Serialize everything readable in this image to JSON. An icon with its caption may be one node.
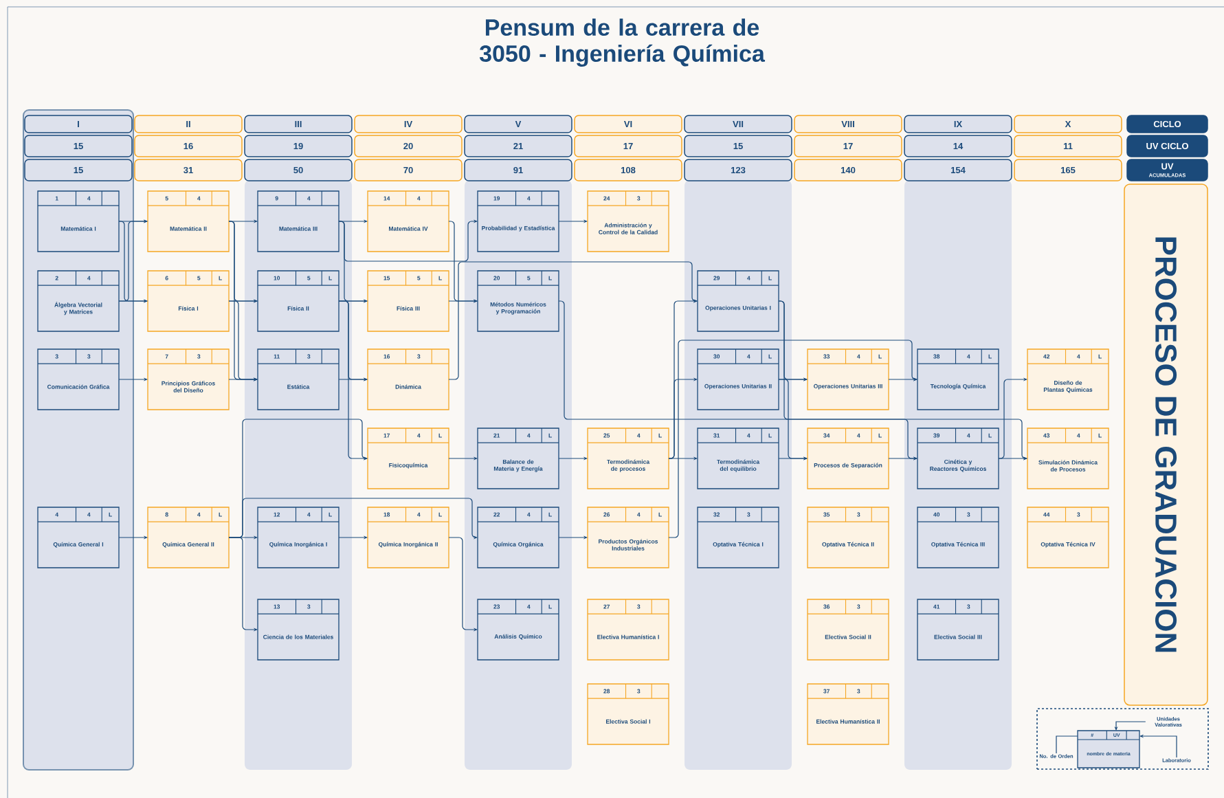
{
  "diagram": {
    "title": "Pensum de la carrera de 3050 - Ingeniería Química",
    "nodes": [
      {
        "text": [
          "I"
        ]
      },
      {
        "text": [
          "II"
        ]
      },
      {
        "text": [
          "III"
        ]
      },
      {
        "text": [
          "IV"
        ]
      },
      {
        "text": [
          "V"
        ]
      },
      {
        "text": [
          "VI"
        ]
      },
      {
        "text": [
          "VII"
        ]
      },
      {
        "text": [
          "VIII"
        ]
      },
      {
        "text": [
          "IX"
        ]
      },
      {
        "text": [
          "X"
        ]
      },
      {
        "text": [
          "CICLO"
        ]
      },
      {
        "text": [
          "15"
        ]
      },
      {
        "text": [
          "16"
        ]
      },
      {
        "text": [
          "19"
        ]
      },
      {
        "text": [
          "20"
        ]
      },
      {
        "text": [
          "21"
        ]
      },
      {
        "text": [
          "17"
        ]
      },
      {
        "text": [
          "15"
        ]
      },
      {
        "text": [
          "17"
        ]
      },
      {
        "text": [
          "14"
        ]
      },
      {
        "text": [
          "11"
        ]
      },
      {
        "text": [
          "UV CICLO"
        ]
      },
      {
        "text": [
          "15"
        ]
      },
      {
        "text": [
          "31"
        ]
      },
      {
        "text": [
          "50"
        ]
      },
      {
        "text": [
          "70"
        ]
      },
      {
        "text": [
          "91"
        ]
      },
      {
        "text": [
          "108"
        ]
      },
      {
        "text": [
          "123"
        ]
      },
      {
        "text": [
          "140"
        ]
      },
      {
        "text": [
          "154"
        ]
      },
      {
        "text": [
          "165"
        ]
      },
      {
        "text": [
          "UV",
          "ACUMULADAS"
        ]
      },
      {
        "text": [
          "PROCESO DE GRADUACION"
        ]
      },
      {
        "text": [
          "1",
          "4",
          "Matemática I"
        ]
      },
      {
        "text": [
          "2",
          "4",
          "Álgebra Vectorial y Matrices"
        ]
      },
      {
        "text": [
          "3",
          "3",
          "Comunicación Gráfica"
        ]
      },
      {
        "text": [
          "4",
          "4",
          "L",
          "Química General I"
        ]
      },
      {
        "text": [
          "5",
          "4",
          "Matemática II"
        ]
      },
      {
        "text": [
          "6",
          "5",
          "L",
          "Física I"
        ]
      },
      {
        "text": [
          "7",
          "3",
          "Principios Gráficos del Diseño"
        ]
      },
      {
        "text": [
          "8",
          "4",
          "L",
          "Química General II"
        ]
      },
      {
        "text": [
          "9",
          "4",
          "Matemática III"
        ]
      },
      {
        "text": [
          "10",
          "5",
          "L",
          "Física II"
        ]
      },
      {
        "text": [
          "11",
          "3",
          "Estática"
        ]
      },
      {
        "text": [
          "12",
          "4",
          "L",
          "Química Inorgánica I"
        ]
      },
      {
        "text": [
          "13",
          "3",
          "Ciencia de los Materiales"
        ]
      },
      {
        "text": [
          "14",
          "4",
          "Matemática IV"
        ]
      },
      {
        "text": [
          "15",
          "5",
          "L",
          "Física III"
        ]
      },
      {
        "text": [
          "16",
          "3",
          "Dinámica"
        ]
      },
      {
        "text": [
          "17",
          "4",
          "L",
          "Fisicoquímica"
        ]
      },
      {
        "text": [
          "18",
          "4",
          "L",
          "Química Inorgánica II"
        ]
      },
      {
        "text": [
          "19",
          "4",
          "Probabilidad y Estadística"
        ]
      },
      {
        "text": [
          "20",
          "5",
          "L",
          "Métodos Numéricos y Programación"
        ]
      },
      {
        "text": [
          "21",
          "4",
          "L",
          "Balance de Materia y Energía"
        ]
      },
      {
        "text": [
          "22",
          "4",
          "L",
          "Química Orgánica"
        ]
      },
      {
        "text": [
          "23",
          "4",
          "L",
          "Análisis Químico"
        ]
      },
      {
        "text": [
          "24",
          "3",
          "Administración y Control de la Calidad"
        ]
      },
      {
        "text": [
          "25",
          "4",
          "L",
          "Termodinámica de procesos"
        ]
      },
      {
        "text": [
          "26",
          "4",
          "L",
          "Productos Orgánicos Industriales"
        ]
      },
      {
        "text": [
          "27",
          "3",
          "Electiva Humanística I"
        ]
      },
      {
        "text": [
          "28",
          "3",
          "Electiva Social I"
        ]
      },
      {
        "text": [
          "29",
          "4",
          "L",
          "Operaciones Unitarias I"
        ]
      },
      {
        "text": [
          "30",
          "4",
          "L",
          "Operaciones Unitarias II"
        ]
      },
      {
        "text": [
          "31",
          "4",
          "L",
          "Termodinámica del equilibrio"
        ]
      },
      {
        "text": [
          "32",
          "3",
          "Optativa Técnica I"
        ]
      },
      {
        "text": [
          "33",
          "4",
          "L",
          "Operaciones Unitarias III"
        ]
      },
      {
        "text": [
          "34",
          "4",
          "L",
          "Procesos de Separación"
        ]
      },
      {
        "text": [
          "35",
          "3",
          "Optativa Técnica II"
        ]
      },
      {
        "text": [
          "36",
          "3",
          "Electiva Social II"
        ]
      },
      {
        "text": [
          "37",
          "3",
          "Electiva Humanística II"
        ]
      },
      {
        "text": [
          "38",
          "4",
          "L",
          "Tecnología Química"
        ]
      },
      {
        "text": [
          "39",
          "4",
          "L",
          "Cinética y Reactores Químicos"
        ]
      },
      {
        "text": [
          "40",
          "3",
          "Optativa Técnica III"
        ]
      },
      {
        "text": [
          "41",
          "3",
          "Electiva Social III"
        ]
      },
      {
        "text": [
          "42",
          "4",
          "L",
          "Diseño de Plantas Químicas"
        ]
      },
      {
        "text": [
          "43",
          "4",
          "L",
          "Simulación Dinámica de Procesos"
        ]
      },
      {
        "text": [
          "44",
          "3",
          "Optativa Técnica IV"
        ]
      },
      {
        "text": [],
        "shape": "box"
      },
      {
        "text": [
          "Unidades Valorativas"
        ],
        "in": 78
      },
      {
        "text": [
          "#",
          "UV",
          "nombre de materia"
        ],
        "in": 78
      },
      {
        "text": [
          "No. de Orden"
        ],
        "in": 78
      },
      {
        "text": [
          "Laboratorio"
        ],
        "in": 78
      }
    ],
    "edges": [
      {
        "from": 34,
        "to": 38,
        "arrow": "to"
      },
      {
        "from": 34,
        "to": 39,
        "arrow": "to"
      },
      {
        "from": 35,
        "to": 38,
        "arrow": "to"
      },
      {
        "from": 35,
        "to": 39,
        "arrow": "to"
      },
      {
        "from": 36,
        "to": 40,
        "arrow": "to"
      },
      {
        "from": 37,
        "to": 41,
        "arrow": "to"
      },
      {
        "from": 38,
        "to": 42,
        "arrow": "to"
      },
      {
        "from": 38,
        "to": 43,
        "arrow": "to"
      },
      {
        "from": 38,
        "to": 44,
        "arrow": "to"
      },
      {
        "from": 39,
        "to": 43,
        "arrow": "to"
      },
      {
        "from": 39,
        "to": 44,
        "arrow": "to"
      },
      {
        "from": 40,
        "to": 44,
        "arrow": "to"
      },
      {
        "from": 41,
        "to": 45,
        "arrow": "to"
      },
      {
        "from": 41,
        "to": 46,
        "arrow": "to"
      },
      {
        "from": 41,
        "to": 50,
        "arrow": "to"
      },
      {
        "from": 41,
        "to": 55,
        "arrow": "to"
      },
      {
        "from": 42,
        "to": 47,
        "arrow": "to"
      },
      {
        "from": 42,
        "to": 48,
        "arrow": "to"
      },
      {
        "from": 42,
        "to": 52,
        "arrow": "to"
      },
      {
        "from": 43,
        "to": 48,
        "arrow": "to"
      },
      {
        "from": 43,
        "to": 49,
        "arrow": "to"
      },
      {
        "from": 43,
        "to": 50,
        "arrow": "to"
      },
      {
        "from": 44,
        "to": 49,
        "arrow": "to"
      },
      {
        "from": 45,
        "to": 51,
        "arrow": "to"
      },
      {
        "from": 47,
        "to": 53,
        "arrow": "to"
      },
      {
        "from": 48,
        "to": 53,
        "arrow": "to"
      },
      {
        "from": 49,
        "to": 62,
        "arrow": "to"
      },
      {
        "from": 50,
        "to": 54,
        "arrow": "to"
      },
      {
        "from": 51,
        "to": 56,
        "arrow": "to"
      },
      {
        "from": 52,
        "to": 57,
        "arrow": "to"
      },
      {
        "from": 53,
        "to": 76,
        "arrow": "to"
      },
      {
        "from": 54,
        "to": 58,
        "arrow": "to"
      },
      {
        "from": 55,
        "to": 59,
        "arrow": "to"
      },
      {
        "from": 58,
        "to": 62,
        "arrow": "to"
      },
      {
        "from": 58,
        "to": 63,
        "arrow": "to"
      },
      {
        "from": 58,
        "to": 64,
        "arrow": "to"
      },
      {
        "from": 59,
        "to": 71,
        "arrow": "to"
      },
      {
        "from": 62,
        "to": 66,
        "arrow": "to"
      },
      {
        "from": 62,
        "to": 72,
        "arrow": "to"
      },
      {
        "from": 63,
        "to": 66,
        "arrow": "to"
      },
      {
        "from": 63,
        "to": 67,
        "arrow": "to"
      },
      {
        "from": 64,
        "to": 67,
        "arrow": "to"
      },
      {
        "from": 66,
        "to": 71,
        "arrow": "to"
      },
      {
        "from": 67,
        "to": 72,
        "arrow": "to"
      },
      {
        "from": 72,
        "to": 75,
        "arrow": "to"
      },
      {
        "from": 72,
        "to": 76,
        "arrow": "to"
      },
      {
        "from": 79,
        "to": 80,
        "arrow": "to"
      },
      {
        "from": 81,
        "to": 80,
        "arrow": "none"
      },
      {
        "from": 82,
        "to": 80,
        "arrow": "to"
      }
    ]
  }
}
